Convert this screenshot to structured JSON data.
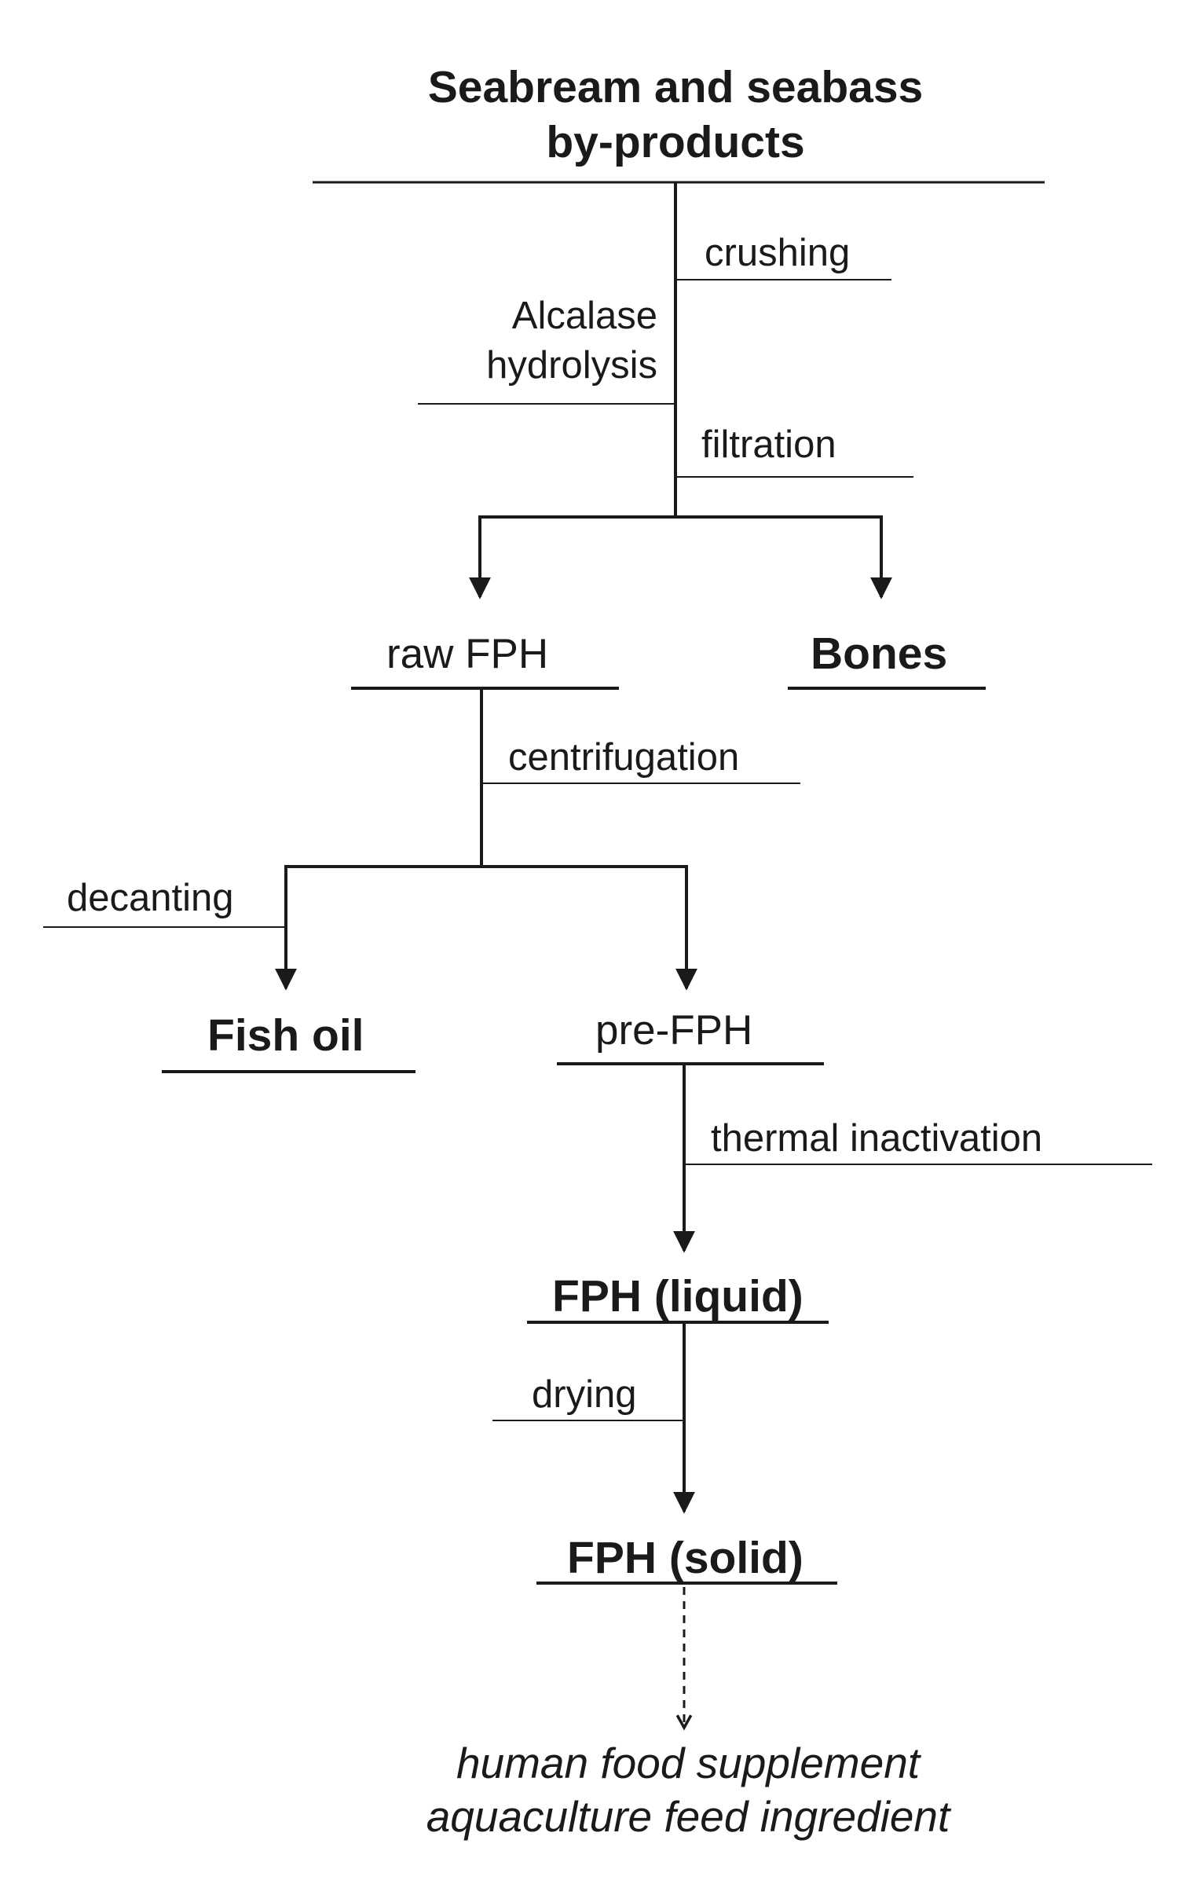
{
  "diagram": {
    "title_lines": [
      "Seabream and seabass",
      "by-products"
    ],
    "steps": {
      "crushing": "crushing",
      "alcalase_lines": [
        "Alcalase",
        "hydrolysis"
      ],
      "filtration": "filtration",
      "centrifugation": "centrifugation",
      "decanting": "decanting",
      "thermal_inactivation": "thermal inactivation",
      "drying": "drying"
    },
    "nodes": {
      "raw_fph": "raw FPH",
      "bones": "Bones",
      "fish_oil": "Fish oil",
      "pre_fph": "pre-FPH",
      "fph_liquid": "FPH (liquid)",
      "fph_solid": "FPH (solid)"
    },
    "final_uses": [
      "human food supplement",
      "aquaculture feed ingredient"
    ]
  },
  "colors": {
    "line": "#1a1a1a",
    "text": "#1a1a1a",
    "background": "#ffffff"
  }
}
